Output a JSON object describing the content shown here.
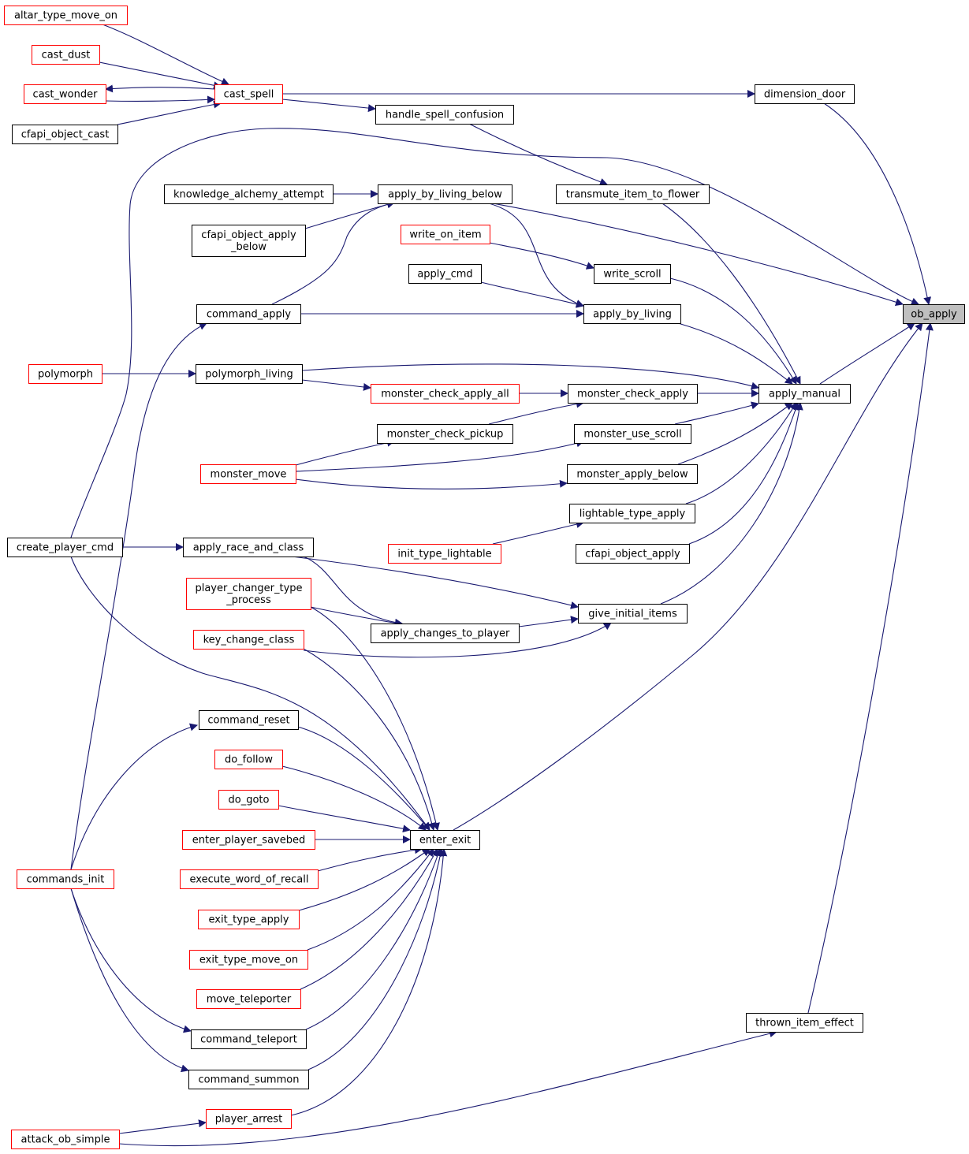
{
  "colors": {
    "edge": "#191970",
    "border_normal": "#000000",
    "border_red": "#ff0000",
    "current_fill": "#bfbfbf"
  },
  "nodes": {
    "ob_apply": {
      "label": "ob_apply",
      "style": "current"
    },
    "dimension_door": {
      "label": "dimension_door",
      "style": "black"
    },
    "apply_manual": {
      "label": "apply_manual",
      "style": "black"
    },
    "thrown_item_effect": {
      "label": "thrown_item_effect",
      "style": "black"
    },
    "transmute_item_to_flower": {
      "label": "transmute_item_to_flower",
      "style": "black"
    },
    "write_scroll": {
      "label": "write_scroll",
      "style": "black"
    },
    "apply_by_living": {
      "label": "apply_by_living",
      "style": "black"
    },
    "monster_check_apply": {
      "label": "monster_check_apply",
      "style": "black"
    },
    "monster_use_scroll": {
      "label": "monster_use_scroll",
      "style": "black"
    },
    "monster_apply_below": {
      "label": "monster_apply_below",
      "style": "black"
    },
    "lightable_type_apply": {
      "label": "lightable_type_apply",
      "style": "black"
    },
    "cfapi_object_apply": {
      "label": "cfapi_object_apply",
      "style": "black"
    },
    "give_initial_items": {
      "label": "give_initial_items",
      "style": "black"
    },
    "cast_spell": {
      "label": "cast_spell",
      "style": "red"
    },
    "handle_spell_confusion": {
      "label": "handle_spell_confusion",
      "style": "black"
    },
    "apply_by_living_below": {
      "label": "apply_by_living_below",
      "style": "black"
    },
    "write_on_item": {
      "label": "write_on_item",
      "style": "red"
    },
    "apply_cmd": {
      "label": "apply_cmd",
      "style": "black"
    },
    "monster_check_apply_all": {
      "label": "monster_check_apply_all",
      "style": "red"
    },
    "monster_check_pickup": {
      "label": "monster_check_pickup",
      "style": "black"
    },
    "init_type_lightable": {
      "label": "init_type_lightable",
      "style": "red"
    },
    "apply_changes_to_player": {
      "label": "apply_changes_to_player",
      "style": "black"
    },
    "enter_exit": {
      "label": "enter_exit",
      "style": "black"
    },
    "altar_type_move_on": {
      "label": "altar_type_move_on",
      "style": "red"
    },
    "cast_dust": {
      "label": "cast_dust",
      "style": "red"
    },
    "cast_wonder": {
      "label": "cast_wonder",
      "style": "red"
    },
    "cfapi_object_cast": {
      "label": "cfapi_object_cast",
      "style": "black"
    },
    "knowledge_alchemy_attempt": {
      "label": "knowledge_alchemy_attempt",
      "style": "black"
    },
    "cfapi_object_apply_below": {
      "label": [
        "cfapi_object_apply",
        "_below"
      ],
      "style": "black"
    },
    "command_apply": {
      "label": "command_apply",
      "style": "black"
    },
    "polymorph_living": {
      "label": "polymorph_living",
      "style": "black"
    },
    "monster_move": {
      "label": "monster_move",
      "style": "red"
    },
    "apply_race_and_class": {
      "label": "apply_race_and_class",
      "style": "black"
    },
    "player_changer_type_process": {
      "label": [
        "player_changer_type",
        "_process"
      ],
      "style": "red"
    },
    "key_change_class": {
      "label": "key_change_class",
      "style": "red"
    },
    "command_reset": {
      "label": "command_reset",
      "style": "black"
    },
    "do_follow": {
      "label": "do_follow",
      "style": "red"
    },
    "do_goto": {
      "label": "do_goto",
      "style": "red"
    },
    "enter_player_savebed": {
      "label": "enter_player_savebed",
      "style": "red"
    },
    "execute_word_of_recall": {
      "label": "execute_word_of_recall",
      "style": "red"
    },
    "exit_type_apply": {
      "label": "exit_type_apply",
      "style": "red"
    },
    "exit_type_move_on": {
      "label": "exit_type_move_on",
      "style": "red"
    },
    "move_teleporter": {
      "label": "move_teleporter",
      "style": "red"
    },
    "command_teleport": {
      "label": "command_teleport",
      "style": "black"
    },
    "command_summon": {
      "label": "command_summon",
      "style": "black"
    },
    "player_arrest": {
      "label": "player_arrest",
      "style": "red"
    },
    "polymorph": {
      "label": "polymorph",
      "style": "red"
    },
    "create_player_cmd": {
      "label": "create_player_cmd",
      "style": "black"
    },
    "commands_init": {
      "label": "commands_init",
      "style": "red"
    },
    "attack_ob_simple": {
      "label": "attack_ob_simple",
      "style": "red"
    }
  },
  "edges": [
    [
      "dimension_door",
      "ob_apply"
    ],
    [
      "apply_manual",
      "ob_apply"
    ],
    [
      "thrown_item_effect",
      "ob_apply"
    ],
    [
      "apply_by_living_below",
      "ob_apply"
    ],
    [
      "enter_exit",
      "ob_apply"
    ],
    [
      "create_player_cmd",
      "ob_apply"
    ],
    [
      "cast_spell",
      "dimension_door"
    ],
    [
      "transmute_item_to_flower",
      "apply_manual"
    ],
    [
      "write_scroll",
      "apply_manual"
    ],
    [
      "apply_by_living",
      "apply_manual"
    ],
    [
      "monster_check_apply",
      "apply_manual"
    ],
    [
      "monster_use_scroll",
      "apply_manual"
    ],
    [
      "monster_apply_below",
      "apply_manual"
    ],
    [
      "lightable_type_apply",
      "apply_manual"
    ],
    [
      "cfapi_object_apply",
      "apply_manual"
    ],
    [
      "give_initial_items",
      "apply_manual"
    ],
    [
      "polymorph_living",
      "apply_manual"
    ],
    [
      "attack_ob_simple",
      "thrown_item_effect"
    ],
    [
      "handle_spell_confusion",
      "transmute_item_to_flower"
    ],
    [
      "write_on_item",
      "write_scroll"
    ],
    [
      "apply_cmd",
      "apply_by_living"
    ],
    [
      "command_apply",
      "apply_by_living"
    ],
    [
      "apply_by_living_below",
      "apply_by_living"
    ],
    [
      "monster_check_apply_all",
      "monster_check_apply"
    ],
    [
      "monster_check_pickup",
      "monster_check_apply"
    ],
    [
      "monster_move",
      "monster_use_scroll"
    ],
    [
      "monster_move",
      "monster_apply_below"
    ],
    [
      "init_type_lightable",
      "lightable_type_apply"
    ],
    [
      "apply_changes_to_player",
      "give_initial_items"
    ],
    [
      "apply_race_and_class",
      "give_initial_items"
    ],
    [
      "key_change_class",
      "give_initial_items"
    ],
    [
      "cast_spell",
      "handle_spell_confusion"
    ],
    [
      "knowledge_alchemy_attempt",
      "apply_by_living_below"
    ],
    [
      "cfapi_object_apply_below",
      "apply_by_living_below"
    ],
    [
      "command_apply",
      "apply_by_living_below"
    ],
    [
      "polymorph_living",
      "monster_check_apply_all"
    ],
    [
      "monster_move",
      "monster_check_pickup"
    ],
    [
      "apply_race_and_class",
      "apply_changes_to_player"
    ],
    [
      "player_changer_type_process",
      "apply_changes_to_player"
    ],
    [
      "command_reset",
      "enter_exit"
    ],
    [
      "do_follow",
      "enter_exit"
    ],
    [
      "do_goto",
      "enter_exit"
    ],
    [
      "enter_player_savebed",
      "enter_exit"
    ],
    [
      "execute_word_of_recall",
      "enter_exit"
    ],
    [
      "exit_type_apply",
      "enter_exit"
    ],
    [
      "exit_type_move_on",
      "enter_exit"
    ],
    [
      "move_teleporter",
      "enter_exit"
    ],
    [
      "command_teleport",
      "enter_exit"
    ],
    [
      "command_summon",
      "enter_exit"
    ],
    [
      "player_arrest",
      "enter_exit"
    ],
    [
      "player_changer_type_process",
      "enter_exit"
    ],
    [
      "key_change_class",
      "enter_exit"
    ],
    [
      "create_player_cmd",
      "enter_exit"
    ],
    [
      "altar_type_move_on",
      "cast_spell"
    ],
    [
      "cast_dust",
      "cast_spell"
    ],
    [
      "cast_wonder",
      "cast_spell"
    ],
    [
      "cfapi_object_cast",
      "cast_spell"
    ],
    [
      "cast_spell",
      "cast_wonder"
    ],
    [
      "commands_init",
      "command_apply"
    ],
    [
      "polymorph",
      "polymorph_living"
    ],
    [
      "create_player_cmd",
      "apply_race_and_class"
    ],
    [
      "commands_init",
      "command_reset"
    ],
    [
      "commands_init",
      "command_teleport"
    ],
    [
      "commands_init",
      "command_summon"
    ],
    [
      "attack_ob_simple",
      "player_arrest"
    ]
  ]
}
